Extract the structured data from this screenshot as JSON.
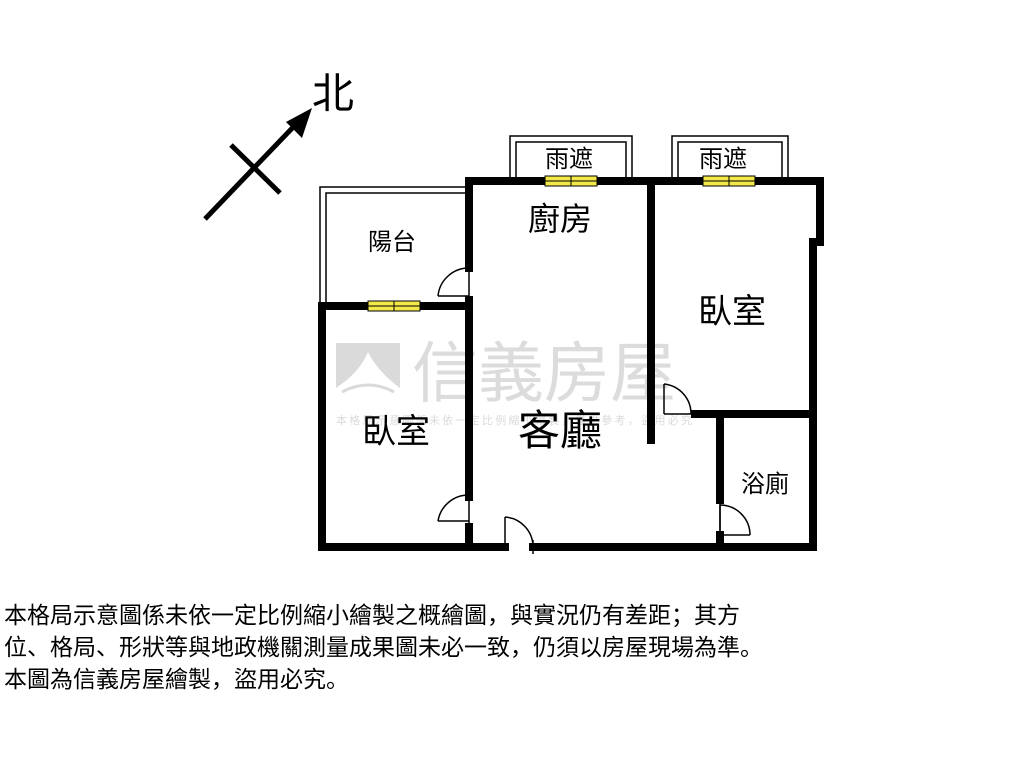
{
  "compass": {
    "label": "北"
  },
  "rooms": {
    "awning_left": "雨遮",
    "awning_right": "雨遮",
    "kitchen": "廚房",
    "balcony": "陽台",
    "bedroom_right": "臥室",
    "bedroom_left": "臥室",
    "living_room": "客廳",
    "bathroom": "浴廁"
  },
  "watermark": {
    "brand": "信義房屋",
    "fine_print": "本格局示意圖係未依一定比例縮小繪製，僅供參考，盜用必究"
  },
  "disclaimer": {
    "lines": [
      "本格局示意圖係未依一定比例縮小繪製之概繪圖，與實況仍有差距；其方",
      "位、格局、形狀等與地政機關測量成果圖未必一致，仍須以房屋現場為準。",
      "本圖為信義房屋繪製，盜用必究。"
    ]
  },
  "colors": {
    "wall": "#000000",
    "window_fill": "#f2e84a",
    "watermark": "#c8c8c8"
  }
}
